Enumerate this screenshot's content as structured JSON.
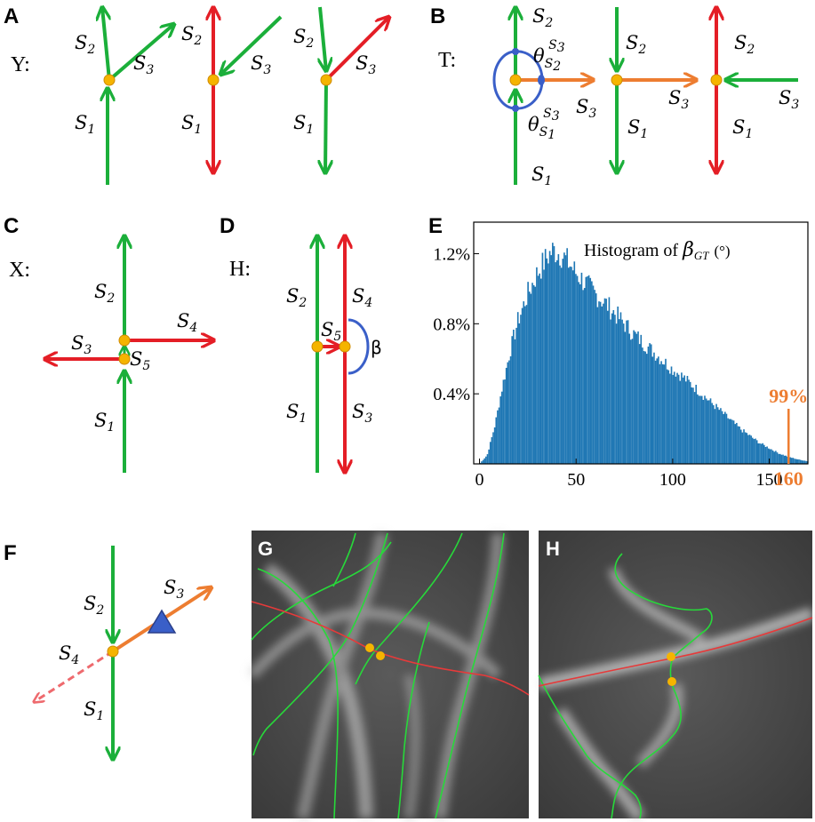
{
  "colors": {
    "green": "#1BAF3A",
    "red": "#E41E26",
    "orange": "#ED7D31",
    "blue": "#3A5FC8",
    "node": "#F5B400",
    "hist": "#1F77B4"
  },
  "panels": {
    "A": {
      "letter": "A",
      "type_label": "Y:"
    },
    "B": {
      "letter": "B",
      "type_label": "T:"
    },
    "C": {
      "letter": "C",
      "type_label": "X:"
    },
    "D": {
      "letter": "D",
      "type_label": "H:",
      "beta": "β"
    },
    "E": {
      "letter": "E"
    },
    "F": {
      "letter": "F"
    },
    "G": {
      "letter": "G"
    },
    "H": {
      "letter": "H"
    }
  },
  "segments": {
    "S": "S",
    "s1": "1",
    "s2": "2",
    "s3": "3",
    "s4": "4",
    "s5": "5",
    "theta": "θ"
  },
  "chart_data": {
    "type": "bar",
    "title": "Histogram of β_GT (°)",
    "title_text": "Histogram of ",
    "title_symbol": "β",
    "title_sub": "GT",
    "title_unit": "(°)",
    "xlabel": "",
    "ylabel": "",
    "xlim": [
      -3,
      170
    ],
    "ylim": [
      0,
      1.38
    ],
    "xticks": [
      0,
      50,
      100,
      150
    ],
    "xtick_labels": [
      "0",
      "50",
      "100",
      "150"
    ],
    "yticks": [
      0.4,
      0.8,
      1.2
    ],
    "ytick_labels": [
      "0.4%",
      "0.8%",
      "1.2%"
    ],
    "annotation": {
      "label": "99%",
      "x": 160,
      "x_label": "160"
    },
    "curve_points": [
      [
        0,
        0.0
      ],
      [
        4,
        0.05
      ],
      [
        8,
        0.22
      ],
      [
        12,
        0.45
      ],
      [
        16,
        0.65
      ],
      [
        20,
        0.82
      ],
      [
        25,
        0.97
      ],
      [
        30,
        1.09
      ],
      [
        35,
        1.18
      ],
      [
        38,
        1.22
      ],
      [
        42,
        1.2
      ],
      [
        46,
        1.15
      ],
      [
        50,
        1.09
      ],
      [
        55,
        1.03
      ],
      [
        60,
        0.97
      ],
      [
        65,
        0.92
      ],
      [
        70,
        0.86
      ],
      [
        75,
        0.8
      ],
      [
        80,
        0.74
      ],
      [
        85,
        0.69
      ],
      [
        90,
        0.64
      ],
      [
        95,
        0.59
      ],
      [
        100,
        0.54
      ],
      [
        105,
        0.5
      ],
      [
        110,
        0.45
      ],
      [
        115,
        0.4
      ],
      [
        120,
        0.35
      ],
      [
        125,
        0.3
      ],
      [
        130,
        0.25
      ],
      [
        135,
        0.2
      ],
      [
        140,
        0.16
      ],
      [
        145,
        0.12
      ],
      [
        150,
        0.09
      ],
      [
        155,
        0.06
      ],
      [
        160,
        0.04
      ],
      [
        165,
        0.025
      ],
      [
        170,
        0.015
      ]
    ]
  }
}
